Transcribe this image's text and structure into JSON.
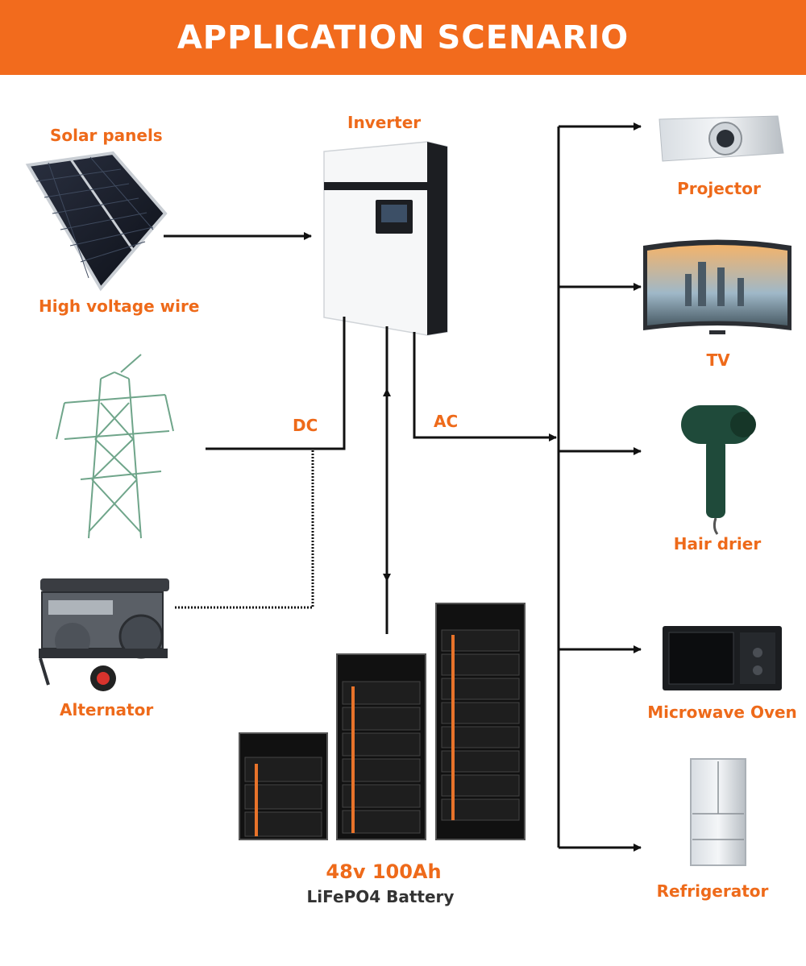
{
  "header": {
    "title": "APPLICATION SCENARIO"
  },
  "colors": {
    "accent": "#f26b1d",
    "label": "#ee6a1a",
    "line": "#111111"
  },
  "sources": {
    "solar_panels": "Solar panels",
    "high_voltage_wire": "High voltage wire",
    "alternator": "Alternator"
  },
  "center": {
    "inverter": "Inverter",
    "dc": "DC",
    "ac": "AC",
    "battery_spec": "48v 100Ah",
    "battery_type": "LiFePO4 Battery"
  },
  "loads": {
    "projector": "Projector",
    "tv": "TV",
    "hair_drier": "Hair drier",
    "microwave_oven": "Microwave Oven",
    "refrigerator": "Refrigerator"
  }
}
